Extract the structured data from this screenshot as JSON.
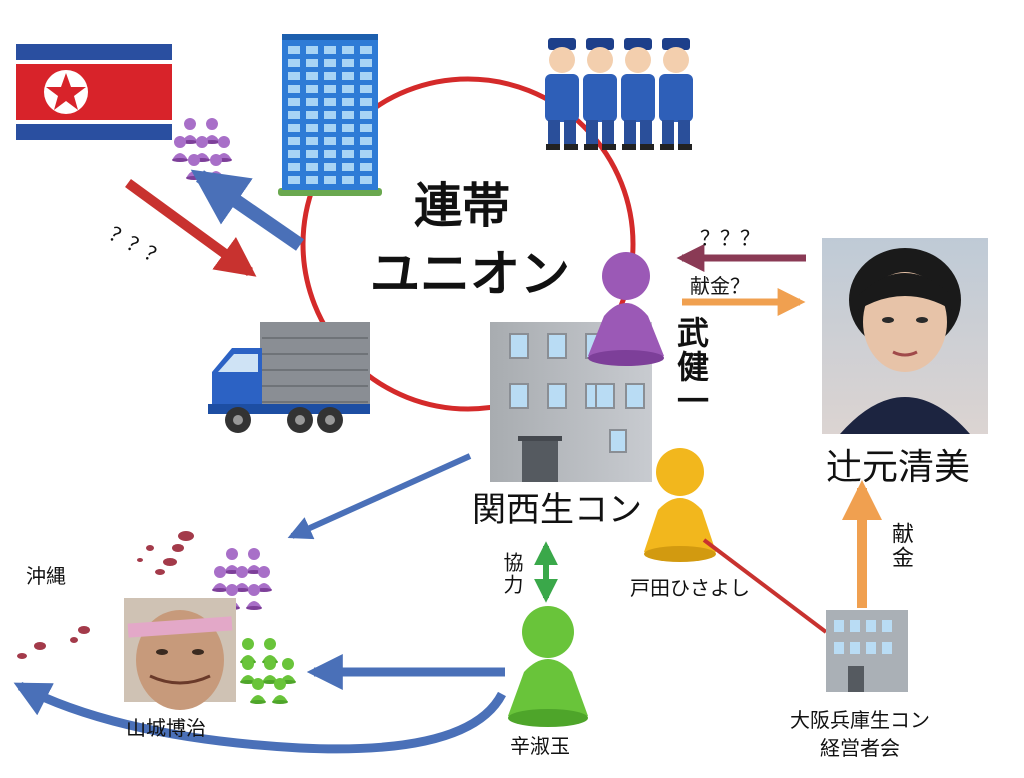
{
  "center": {
    "line1": "連帯",
    "line2": "ユニオン"
  },
  "nodes": {
    "kansai": "関西生コン",
    "take": "武健一",
    "toda": "戸田ひさよし",
    "tsujimoto": "辻元清美",
    "okinawa": "沖縄",
    "yamashiro": "山城博治",
    "shin": "辛淑玉",
    "osaka_line1": "大阪兵庫生コン",
    "osaka_line2": "経営者会"
  },
  "edges": {
    "nk_question": "？？？",
    "tsuji_question": "？？？",
    "donation_q": "献金？",
    "donation": "献金",
    "cooperation": "協力"
  },
  "colors": {
    "ring": "#d42a2a",
    "blue_arrow": "#4a70b8",
    "red_arrow": "#c8322f",
    "orange_arrow": "#f0a050",
    "green_arrow": "#3aa84a",
    "purple_piece": "#9b59b6",
    "yellow_piece": "#f2b71d",
    "green_piece": "#69c43a"
  }
}
